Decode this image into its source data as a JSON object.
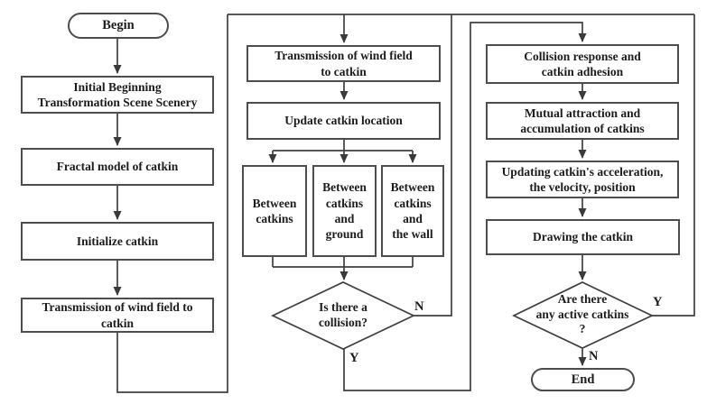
{
  "colors": {
    "line": "#3f3f3f",
    "box_border": "#4d4d4d",
    "text": "#1c1c1c",
    "background": "#ffffff"
  },
  "flowchart": {
    "terminators": {
      "begin": "Begin",
      "end": "End"
    },
    "left_column": {
      "l1": "Initial Beginning\nTransformation Scene Scenery",
      "l2": "Fractal model of catkin",
      "l3": "Initialize catkin",
      "l4": "Transmission of wind field to\ncatkin"
    },
    "middle_column": {
      "m1": "Transmission of wind field\nto catkin",
      "m2": "Update catkin location",
      "m3a": "Between\ncatkins",
      "m3b": "Between\ncatkins\nand\nground",
      "m3c": "Between\ncatkins\nand\nthe wall",
      "d1": "Is there a\ncollision?",
      "d1_no": "N",
      "d1_yes": "Y"
    },
    "right_column": {
      "r1": "Collision response and\ncatkin adhesion",
      "r2": "Mutual attraction and\naccumulation of catkins",
      "r3": "Updating catkin's acceleration,\nthe velocity, position",
      "r4": "Drawing the catkin",
      "d2": "Are there\nany active catkins\n?",
      "d2_yes": "Y",
      "d2_no": "N"
    }
  }
}
